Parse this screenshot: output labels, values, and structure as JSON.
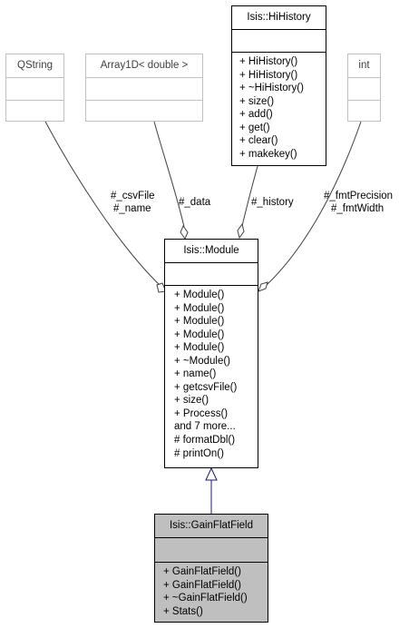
{
  "nodes": {
    "qstring": {
      "title": "QString",
      "ops": []
    },
    "array1d": {
      "title": "Array1D< double >",
      "ops": []
    },
    "hihistory": {
      "title": "Isis::HiHistory",
      "ops": [
        "+ HiHistory()",
        "+ HiHistory()",
        "+ ~HiHistory()",
        "+ size()",
        "+ add()",
        "+ get()",
        "+ clear()",
        "+ makekey()"
      ]
    },
    "int": {
      "title": "int",
      "ops": []
    },
    "module": {
      "title": "Isis::Module",
      "ops": [
        "+ Module()",
        "+ Module()",
        "+ Module()",
        "+ Module()",
        "+ Module()",
        "+ ~Module()",
        "+ name()",
        "+ getcsvFile()",
        "+ size()",
        "+ Process()",
        "and 7 more...",
        "# formatDbl()",
        "# printOn()"
      ]
    },
    "gainflatfield": {
      "title": "Isis::GainFlatField",
      "ops": [
        "+ GainFlatField()",
        "+ GainFlatField()",
        "+ ~GainFlatField()",
        "+ Stats()"
      ]
    }
  },
  "edges": {
    "qstring_label_1": "#_csvFile",
    "qstring_label_2": "#_name",
    "array1d_label": "#_data",
    "hihistory_label": "#_history",
    "int_label_1": "#_fmtPrecision",
    "int_label_2": "#_fmtWidth"
  },
  "colors": {
    "inheritance_edge": "#191970",
    "focus_fill": "#bfbfbf",
    "external_border": "#bfbfbf"
  }
}
